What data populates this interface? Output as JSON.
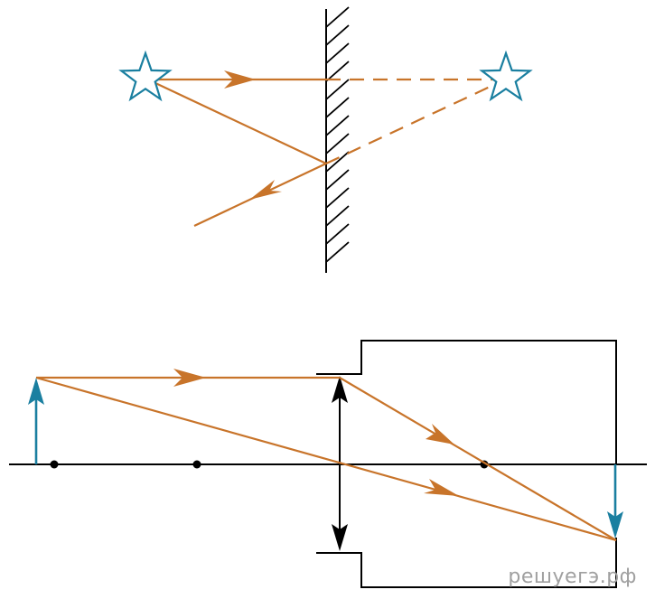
{
  "watermark": "решуегэ.рф",
  "colors": {
    "ray": "#c8742a",
    "object_image": "#1a7fa0",
    "lines": "#000000",
    "watermark": "#a0a0a0"
  },
  "diagrams": [
    {
      "id": "plane-mirror",
      "elements": [
        "plane-mirror",
        "star-object",
        "star-image",
        "incident-rays",
        "reflected-ray",
        "dashed-extensions"
      ]
    },
    {
      "id": "converging-lens",
      "elements": [
        "optical-axis",
        "converging-lens",
        "object-arrow",
        "image-arrow",
        "focal-points",
        "rays",
        "screen-outline"
      ]
    }
  ]
}
